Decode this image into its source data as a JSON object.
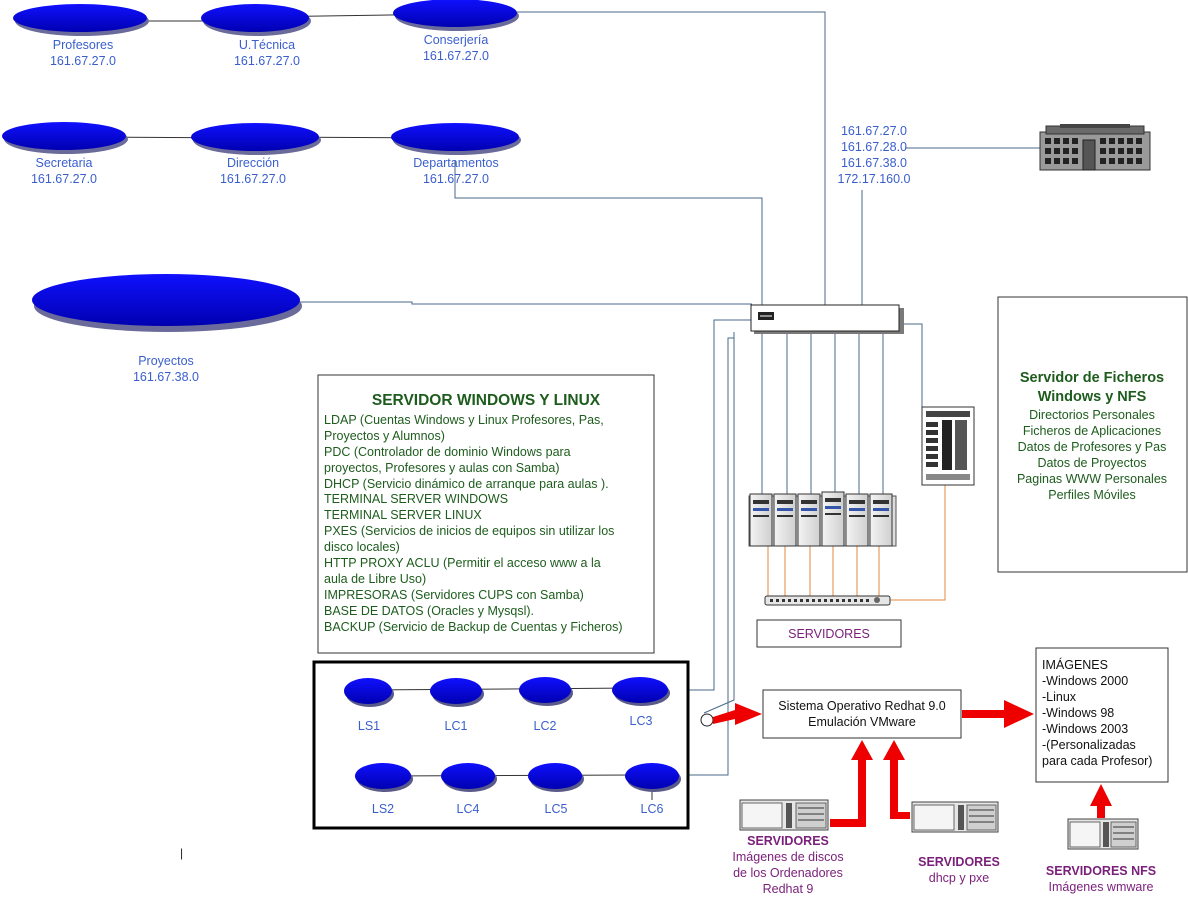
{
  "networks": {
    "profesores": {
      "name": "Profesores",
      "ip": "161.67.27.0"
    },
    "utecnica": {
      "name": "U.Técnica",
      "ip": "161.67.27.0"
    },
    "conserjeria": {
      "name": "Conserjería",
      "ip": "161.67.27.0"
    },
    "secretaria": {
      "name": "Secretaria",
      "ip": "161.67.27.0"
    },
    "direccion": {
      "name": "Dirección",
      "ip": "161.67.27.0"
    },
    "departamentos": {
      "name": "Departamentos",
      "ip": "161.67.27.0"
    },
    "proyectos": {
      "name": "Proyectos",
      "ip": "161.67.38.0"
    }
  },
  "uplink_ips": [
    "161.67.27.0",
    "161.67.28.0",
    "161.67.38.0",
    "172.17.160.0"
  ],
  "windows_linux_server": {
    "title": "SERVIDOR WINDOWS Y LINUX",
    "lines": [
      "LDAP (Cuentas Windows y Linux Profesores, Pas,",
      "Proyectos y Alumnos)",
      "PDC (Controlador de dominio Windows para",
      "proyectos, Profesores y aulas con Samba)",
      "DHCP (Servicio dinámico de arranque para aulas ).",
      "TERMINAL SERVER WINDOWS",
      "TERMINAL SERVER LINUX",
      "PXES (Servicios de inicios de equipos sin utilizar los",
      "disco locales)",
      "HTTP PROXY ACLU (Permitir el acceso www a la",
      "aula de Libre Uso)",
      "IMPRESORAS (Servidores CUPS con Samba)",
      "BASE DE DATOS (Oracles y Mysqsl).",
      "BACKUP (Servicio de Backup de Cuentas y Ficheros)"
    ]
  },
  "file_server": {
    "title_lines": [
      "Servidor de Ficheros",
      "Windows y NFS"
    ],
    "lines": [
      "Directorios Personales",
      "Ficheros de Aplicaciones",
      "Datos de Profesores y Pas",
      "Datos de Proyectos",
      "Paginas WWW Personales",
      "Perfiles Móviles"
    ]
  },
  "servidores_label": "SERVIDORES",
  "labs": {
    "row1": [
      "LS1",
      "LC1",
      "LC2",
      "LC3"
    ],
    "row2": [
      "LS2",
      "LC4",
      "LC5",
      "LC6"
    ]
  },
  "vmware_system": [
    "Sistema Operativo Redhat 9.0",
    "Emulación VMware"
  ],
  "images_box": {
    "lines": [
      "IMÁGENES",
      "-Windows 2000",
      "-Linux",
      "-Windows 98",
      "-Windows 2003",
      "-(Personalizadas",
      "para cada Profesor)"
    ]
  },
  "server_disk_images": {
    "title": "SERVIDORES",
    "lines": [
      "Imágenes de discos",
      "de los Ordenadores",
      "Redhat 9"
    ]
  },
  "server_dhcp": {
    "title": "SERVIDORES",
    "lines": [
      "dhcp y pxe"
    ]
  },
  "server_nfs": {
    "title": "SERVIDORES NFS",
    "lines": [
      "Imágenes wmware"
    ]
  },
  "stray_mark": "|",
  "colors": {
    "network_blue": "#0000ee",
    "label_blue": "#3a5fcd",
    "server_text_green": "#1e5c1e",
    "purple": "#7a1f7a",
    "arrow_red": "#ee0000",
    "link_line": "#4a6a8a",
    "orange_link": "#e08a3c"
  }
}
